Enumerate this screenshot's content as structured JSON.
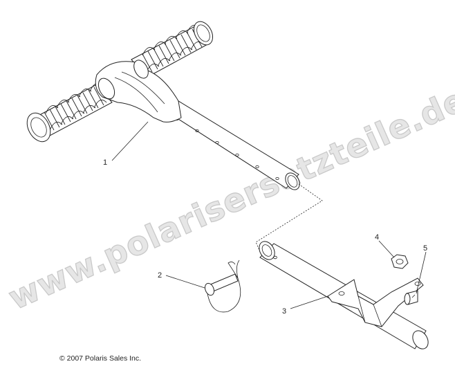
{
  "watermark": "www.polarisersatzteile.de",
  "copyright": "© 2007 Polaris Sales Inc.",
  "callouts": {
    "part1": "1",
    "part2": "2",
    "part3": "3",
    "part4": "4",
    "part5": "5"
  }
}
